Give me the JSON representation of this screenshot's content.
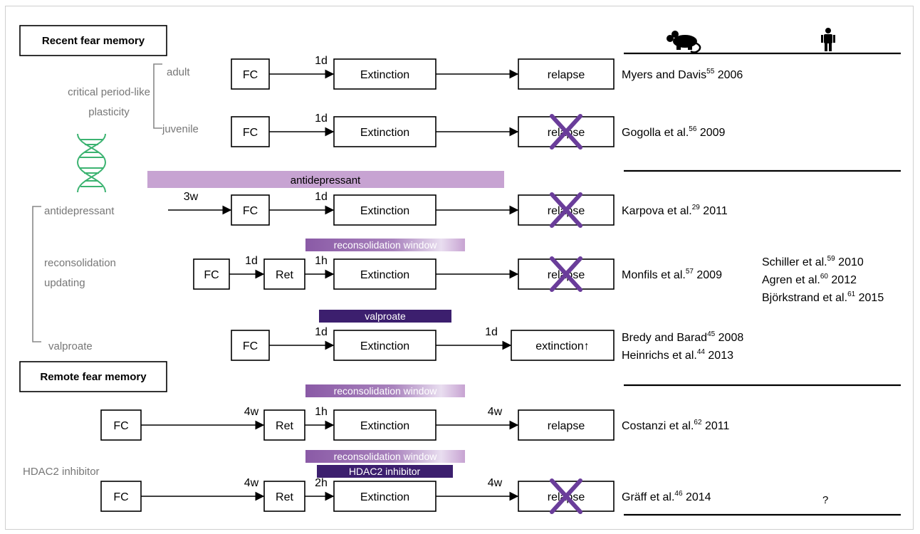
{
  "headers": {
    "recent": "Recent fear memory",
    "remote": "Remote fear memory"
  },
  "side_labels": {
    "critical_line1": "critical period-like",
    "critical_line2": "plasticity",
    "adult": "adult",
    "juvenile": "juvenile",
    "antidepressant": "antidepressant",
    "reconsolidation_line1": "reconsolidation",
    "reconsolidation_line2": "updating",
    "valproate": "valproate",
    "hdac2": "HDAC2 inhibitor"
  },
  "bars": {
    "antidepressant": "antidepressant",
    "reconsolidation_window": "reconsolidation window",
    "valproate": "valproate",
    "hdac2_inhibitor": "HDAC2 inhibitor"
  },
  "colors": {
    "light_purple": "#c7a3d2",
    "mid_purple": "#8a5aa6",
    "dark_purple": "#3c1f6e",
    "cross": "#6a3d9a"
  },
  "icons": {
    "rodent": "mouse-icon",
    "human": "human-icon",
    "dna": "dna-icon"
  },
  "rows": [
    {
      "steps": [
        "FC",
        "Extinction",
        "relapse"
      ],
      "delays": [
        "1d",
        ""
      ],
      "crossed": false,
      "refs": [
        "Myers and Davis",
        "55",
        "2006"
      ]
    },
    {
      "steps": [
        "FC",
        "Extinction",
        "relapse"
      ],
      "delays": [
        "1d",
        ""
      ],
      "crossed": true,
      "refs": [
        "Gogolla et al.",
        "56",
        "2009"
      ]
    },
    {
      "steps": [
        "FC",
        "Extinction",
        "relapse"
      ],
      "pre": "3w",
      "delays": [
        "1d",
        ""
      ],
      "crossed": true,
      "refs": [
        "Karpova et al.",
        "29",
        "2011"
      ]
    },
    {
      "steps": [
        "FC",
        "Ret",
        "Extinction",
        "relapse"
      ],
      "delays": [
        "1d",
        "1h",
        ""
      ],
      "crossed": true,
      "refs": [
        "Monfils et al.",
        "57",
        "2009"
      ]
    },
    {
      "steps": [
        "FC",
        "Extinction",
        "extinction↑"
      ],
      "delays": [
        "1d",
        "1d"
      ],
      "crossed": false,
      "refs": [
        "Bredy and Barad",
        "45",
        "2008",
        "Heinrichs et al.",
        "44",
        "2013"
      ]
    },
    {
      "steps": [
        "FC",
        "Ret",
        "Extinction",
        "relapse"
      ],
      "delays": [
        "4w",
        "1h",
        "4w"
      ],
      "crossed": false,
      "refs": [
        "Costanzi et al.",
        "62",
        "2011"
      ]
    },
    {
      "steps": [
        "FC",
        "Ret",
        "Extinction",
        "relapse"
      ],
      "delays": [
        "4w",
        "2h",
        "4w"
      ],
      "crossed": true,
      "refs": [
        "Gräff et al.",
        "46",
        "2014"
      ]
    }
  ],
  "human_refs": [
    {
      "name": "Schiller et al.",
      "sup": "59",
      "year": "2010"
    },
    {
      "name": "Agren et al.",
      "sup": "60",
      "year": "2012"
    },
    {
      "name": "Björkstrand et al.",
      "sup": "61",
      "year": "2015"
    }
  ],
  "unknown": "?"
}
